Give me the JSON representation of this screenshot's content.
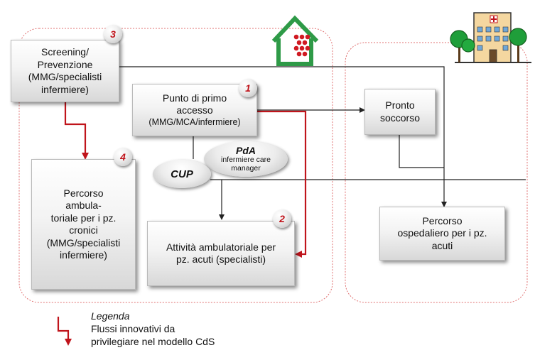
{
  "colors": {
    "accent_red": "#c0141b",
    "house_green": "#2e9a47",
    "box_border": "#b9b9b9"
  },
  "icons": {
    "territory": "house-icon",
    "hospital": "hospital-icon"
  },
  "nodes": {
    "screening": {
      "label": "Screening/\nPrevenzione\n(MMG/specialisti\ninfermiere)",
      "badge": "3"
    },
    "primo_accesso": {
      "label": "Punto di primo\naccesso",
      "sublabel": "(MMG/MCA/infermiere)",
      "badge": "1"
    },
    "percorso_cronici": {
      "label": "Percorso\nambula-\ntoriale per i pz.\ncronici\n(MMG/specialisti\ninfermiere)",
      "badge": "4"
    },
    "attivita_ambulatoriale": {
      "label": "Attività ambulatoriale per\npz. acuti (specialisti)",
      "badge": "2"
    },
    "pronto_soccorso": {
      "label": "Pronto\nsoccorso"
    },
    "percorso_ospedaliero": {
      "label": "Percorso\nospedaliero per i pz.\nacuti"
    },
    "cup": {
      "label": "CUP"
    },
    "pda": {
      "label": "PdA",
      "sublabel": "infermiere care\nmanager"
    }
  },
  "legend": {
    "title": "Legenda",
    "description": "Flussi innovativi da\nprivilegiare nel modello CdS"
  }
}
